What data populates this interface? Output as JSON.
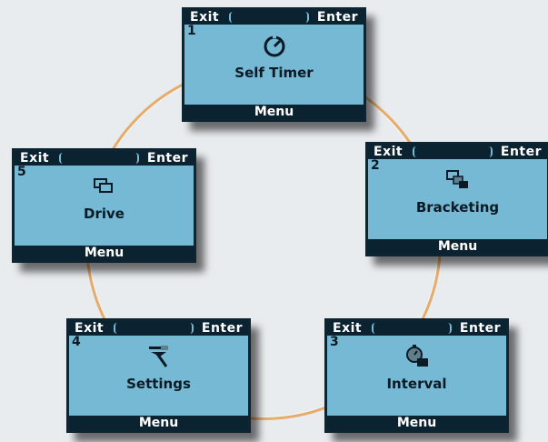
{
  "softkeys": {
    "exit": "Exit",
    "enter": "Enter",
    "menu": "Menu"
  },
  "screens": [
    {
      "number": "1",
      "label": "Self Timer",
      "icon": "self-timer-icon"
    },
    {
      "number": "2",
      "label": "Bracketing",
      "icon": "bracketing-icon"
    },
    {
      "number": "3",
      "label": "Interval",
      "icon": "interval-icon"
    },
    {
      "number": "4",
      "label": "Settings",
      "icon": "settings-icon"
    },
    {
      "number": "5",
      "label": "Drive",
      "icon": "drive-icon"
    }
  ],
  "colors": {
    "screen_bg": "#76b9d4",
    "bar_bg": "#0b2230",
    "ring": "#e6ac6c",
    "page_bg": "#e9ecee"
  }
}
